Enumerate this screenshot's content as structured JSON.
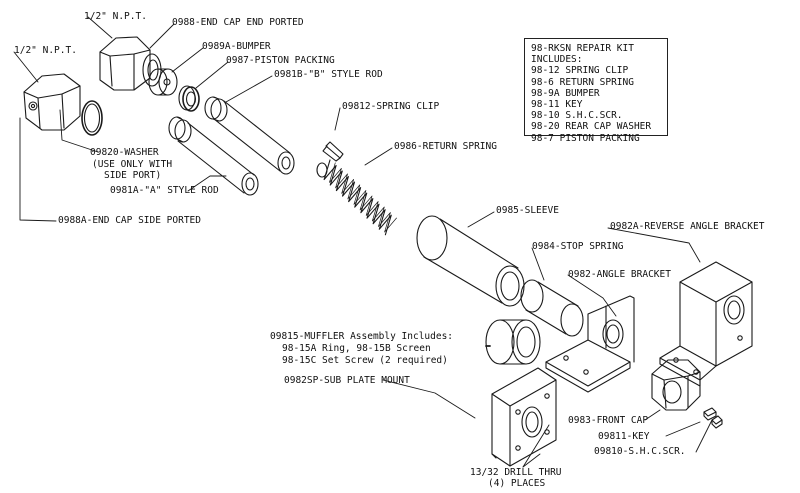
{
  "labels": {
    "npt_top": "1/2\" N.P.T.",
    "npt_left": "1/2\" N.P.T.",
    "end_cap_ported": "0988-END CAP END PORTED",
    "bumper": "0989A-BUMPER",
    "piston_packing": "0987-PISTON PACKING",
    "b_style_rod": "0981B-\"B\" STYLE ROD",
    "spring_clip": "09812-SPRING CLIP",
    "return_spring": "0986-RETURN SPRING",
    "washer_1": "09820-WASHER",
    "washer_2": "(USE ONLY WITH",
    "washer_3": "SIDE PORT)",
    "a_style_rod": "0981A-\"A\" STYLE ROD",
    "end_cap_side": "0988A-END CAP SIDE PORTED",
    "sleeve": "0985-SLEEVE",
    "reverse_bracket": "0982A-REVERSE ANGLE BRACKET",
    "stop_spring": "0984-STOP SPRING",
    "angle_bracket": "0982-ANGLE BRACKET",
    "muffler_1": "09815-MUFFLER Assembly Includes:",
    "muffler_2": "98-15A Ring, 98-15B Screen",
    "muffler_3": "98-15C Set Screw (2 required)",
    "sub_plate": "0982SP-SUB PLATE MOUNT",
    "front_cap": "0983-FRONT CAP",
    "key": "09811-KEY",
    "shc_scr": "09810-S.H.C.SCR.",
    "drill_1": "13/32 DRILL THRU",
    "drill_2": "(4) PLACES"
  },
  "repair_kit": {
    "title": "98-RKSN REPAIR KIT",
    "includes": "INCLUDES:",
    "items": [
      "98-12 SPRING CLIP",
      "98-6 RETURN SPRING",
      "98-9A BUMPER",
      "98-11 KEY",
      "98-10 S.H.C.SCR.",
      "98-20 REAR CAP WASHER",
      "98-7 PISTON PACKING"
    ]
  }
}
